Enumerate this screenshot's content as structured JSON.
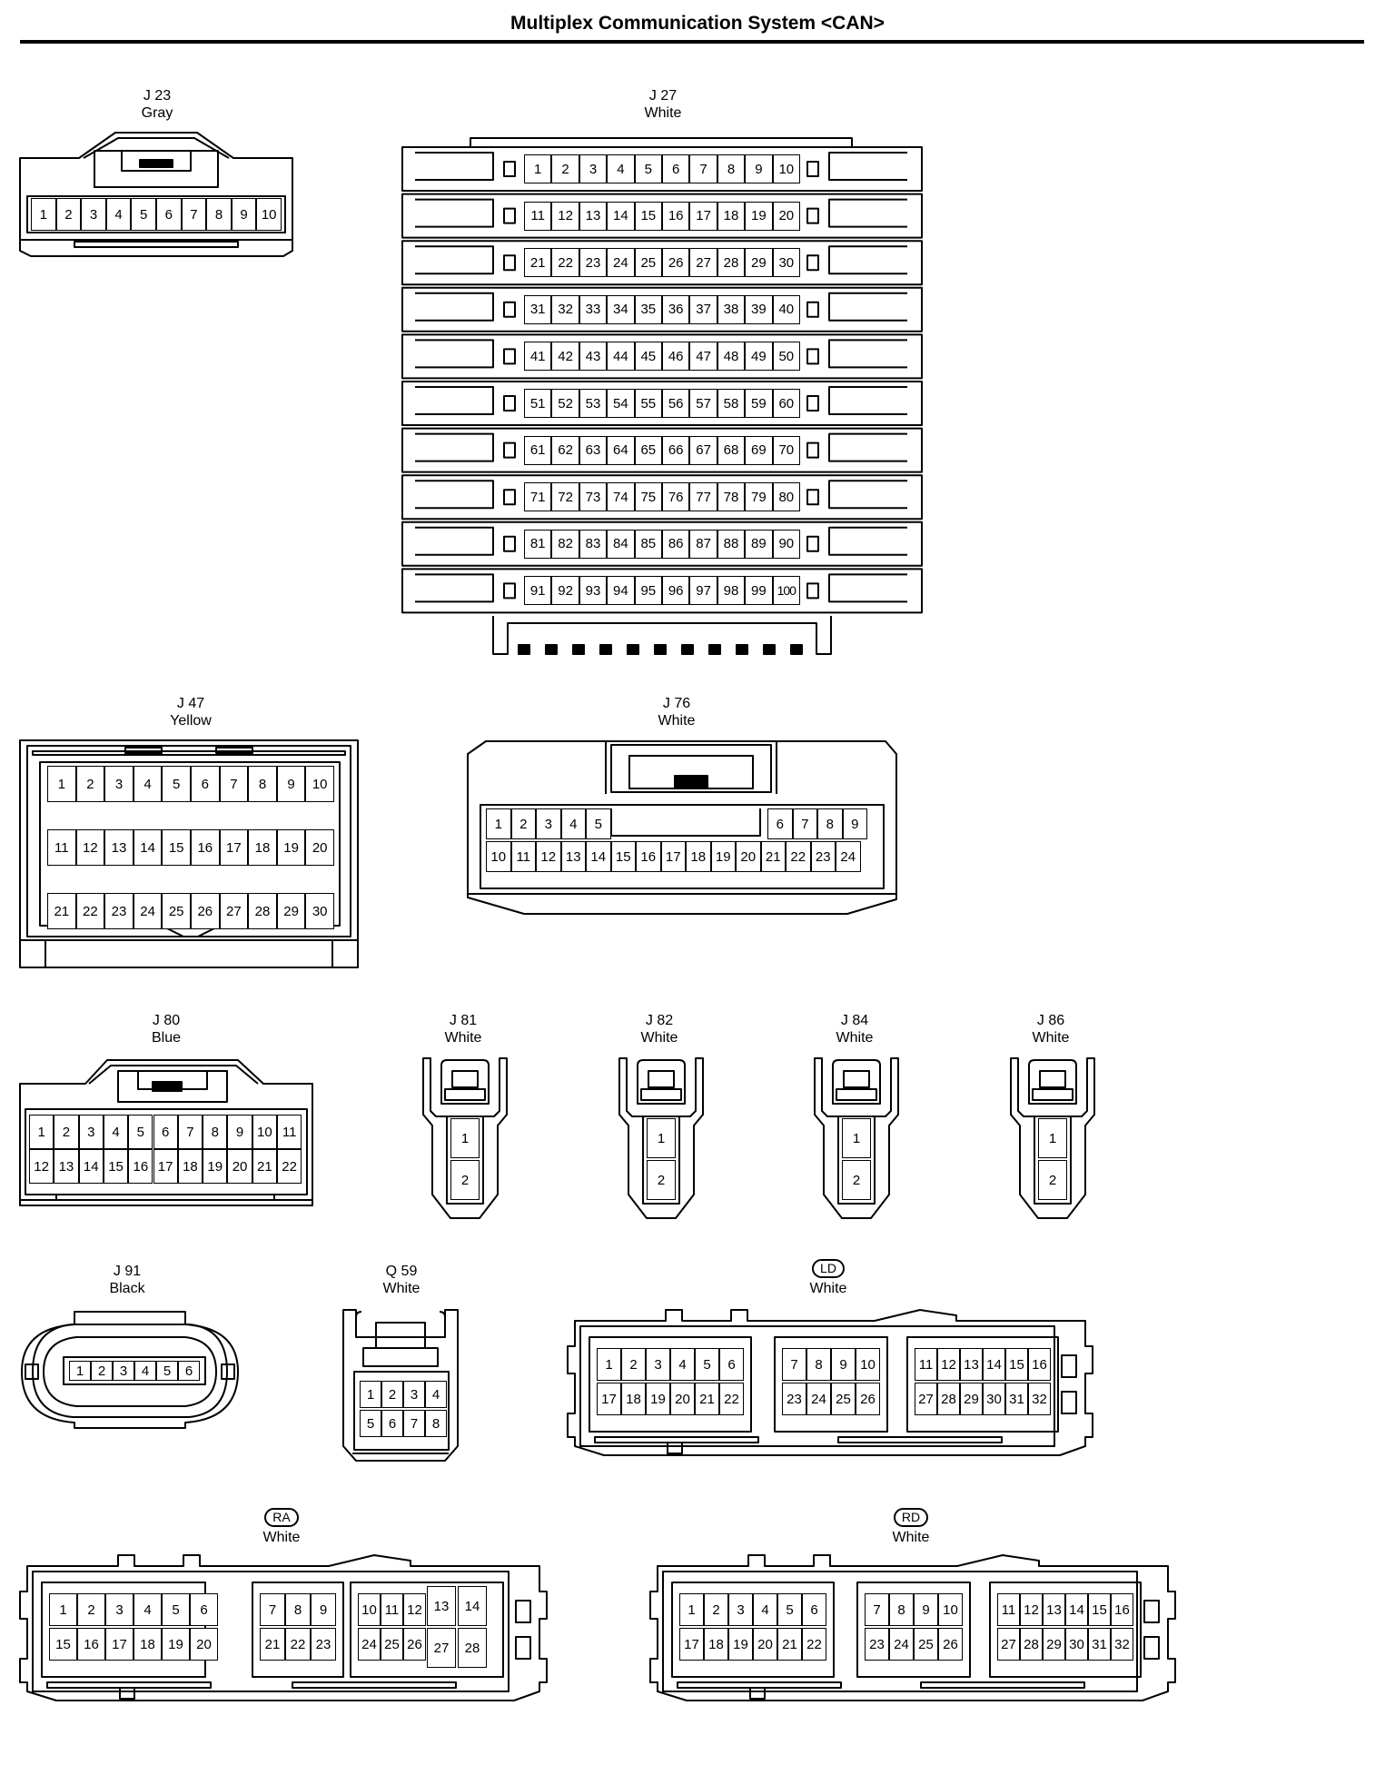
{
  "title": "Multiplex Communication System <CAN>",
  "connectors": {
    "j23": {
      "id": "J 23",
      "color": "Gray",
      "pins": [
        "1",
        "2",
        "3",
        "4",
        "5",
        "6",
        "7",
        "8",
        "9",
        "10"
      ]
    },
    "j27": {
      "id": "J 27",
      "color": "White",
      "pins": [
        "1",
        "2",
        "3",
        "4",
        "5",
        "6",
        "7",
        "8",
        "9",
        "10",
        "11",
        "12",
        "13",
        "14",
        "15",
        "16",
        "17",
        "18",
        "19",
        "20",
        "21",
        "22",
        "23",
        "24",
        "25",
        "26",
        "27",
        "28",
        "29",
        "30",
        "31",
        "32",
        "33",
        "34",
        "35",
        "36",
        "37",
        "38",
        "39",
        "40",
        "41",
        "42",
        "43",
        "44",
        "45",
        "46",
        "47",
        "48",
        "49",
        "50",
        "51",
        "52",
        "53",
        "54",
        "55",
        "56",
        "57",
        "58",
        "59",
        "60",
        "61",
        "62",
        "63",
        "64",
        "65",
        "66",
        "67",
        "68",
        "69",
        "70",
        "71",
        "72",
        "73",
        "74",
        "75",
        "76",
        "77",
        "78",
        "79",
        "80",
        "81",
        "82",
        "83",
        "84",
        "85",
        "86",
        "87",
        "88",
        "89",
        "90",
        "91",
        "92",
        "93",
        "94",
        "95",
        "96",
        "97",
        "98",
        "99",
        "100"
      ]
    },
    "j47": {
      "id": "J 47",
      "color": "Yellow",
      "pins": [
        "1",
        "2",
        "3",
        "4",
        "5",
        "6",
        "7",
        "8",
        "9",
        "10",
        "11",
        "12",
        "13",
        "14",
        "15",
        "16",
        "17",
        "18",
        "19",
        "20",
        "21",
        "22",
        "23",
        "24",
        "25",
        "26",
        "27",
        "28",
        "29",
        "30"
      ]
    },
    "j76": {
      "id": "J 76",
      "color": "White",
      "pins": [
        "1",
        "2",
        "3",
        "4",
        "5",
        "6",
        "7",
        "8",
        "9",
        "10",
        "11",
        "12",
        "13",
        "14",
        "15",
        "16",
        "17",
        "18",
        "19",
        "20",
        "21",
        "22",
        "23",
        "24"
      ]
    },
    "j80": {
      "id": "J 80",
      "color": "Blue",
      "pins": [
        "1",
        "2",
        "3",
        "4",
        "5",
        "6",
        "7",
        "8",
        "9",
        "10",
        "11",
        "12",
        "13",
        "14",
        "15",
        "16",
        "17",
        "18",
        "19",
        "20",
        "21",
        "22"
      ]
    },
    "j81": {
      "id": "J 81",
      "color": "White",
      "pins": [
        "1",
        "2"
      ]
    },
    "j82": {
      "id": "J 82",
      "color": "White",
      "pins": [
        "1",
        "2"
      ]
    },
    "j84": {
      "id": "J 84",
      "color": "White",
      "pins": [
        "1",
        "2"
      ]
    },
    "j86": {
      "id": "J 86",
      "color": "White",
      "pins": [
        "1",
        "2"
      ]
    },
    "j91": {
      "id": "J 91",
      "color": "Black",
      "pins": [
        "1",
        "2",
        "3",
        "4",
        "5",
        "6"
      ]
    },
    "q59": {
      "id": "Q 59",
      "color": "White",
      "pins": [
        "1",
        "2",
        "3",
        "4",
        "5",
        "6",
        "7",
        "8"
      ]
    },
    "ld": {
      "id": "LD",
      "color": "White",
      "pins": [
        "1",
        "2",
        "3",
        "4",
        "5",
        "6",
        "7",
        "8",
        "9",
        "10",
        "11",
        "12",
        "13",
        "14",
        "15",
        "16",
        "17",
        "18",
        "19",
        "20",
        "21",
        "22",
        "23",
        "24",
        "25",
        "26",
        "27",
        "28",
        "29",
        "30",
        "31",
        "32"
      ]
    },
    "ra": {
      "id": "RA",
      "color": "White",
      "pins": [
        "1",
        "2",
        "3",
        "4",
        "5",
        "6",
        "7",
        "8",
        "9",
        "10",
        "11",
        "12",
        "13",
        "14",
        "15",
        "16",
        "17",
        "18",
        "19",
        "20",
        "21",
        "22",
        "23",
        "24",
        "25",
        "26",
        "27",
        "28"
      ]
    },
    "rd": {
      "id": "RD",
      "color": "White",
      "pins": [
        "1",
        "2",
        "3",
        "4",
        "5",
        "6",
        "7",
        "8",
        "9",
        "10",
        "11",
        "12",
        "13",
        "14",
        "15",
        "16",
        "17",
        "18",
        "19",
        "20",
        "21",
        "22",
        "23",
        "24",
        "25",
        "26",
        "27",
        "28",
        "29",
        "30",
        "31",
        "32"
      ]
    }
  }
}
